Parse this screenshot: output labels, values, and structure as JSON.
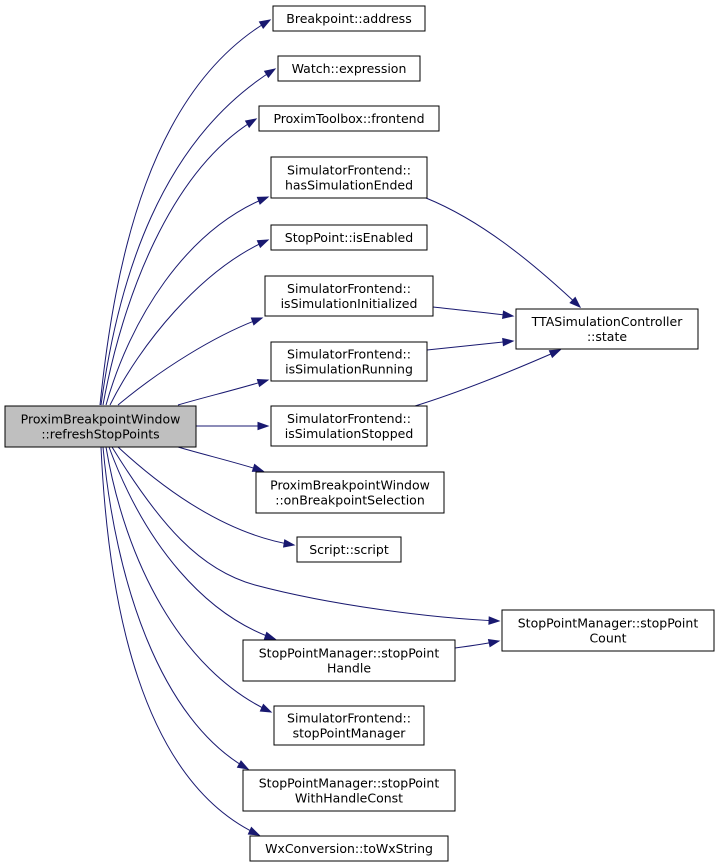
{
  "graph": {
    "nodes": [
      {
        "id": "root",
        "lines": [
          "ProximBreakpointWindow",
          "::refreshStopPoints"
        ],
        "root": true
      },
      {
        "id": "bp_address",
        "lines": [
          "Breakpoint::address"
        ]
      },
      {
        "id": "watch_expression",
        "lines": [
          "Watch::expression"
        ]
      },
      {
        "id": "toolbox_frontend",
        "lines": [
          "ProximToolbox::frontend"
        ]
      },
      {
        "id": "sf_has_ended",
        "lines": [
          "SimulatorFrontend::",
          "hasSimulationEnded"
        ]
      },
      {
        "id": "sp_is_enabled",
        "lines": [
          "StopPoint::isEnabled"
        ]
      },
      {
        "id": "sf_is_initialized",
        "lines": [
          "SimulatorFrontend::",
          "isSimulationInitialized"
        ]
      },
      {
        "id": "sf_is_running",
        "lines": [
          "SimulatorFrontend::",
          "isSimulationRunning"
        ]
      },
      {
        "id": "sf_is_stopped",
        "lines": [
          "SimulatorFrontend::",
          "isSimulationStopped"
        ]
      },
      {
        "id": "pbw_on_selection",
        "lines": [
          "ProximBreakpointWindow",
          "::onBreakpointSelection"
        ]
      },
      {
        "id": "script_script",
        "lines": [
          "Script::script"
        ]
      },
      {
        "id": "spm_handle",
        "lines": [
          "StopPointManager::stopPoint",
          "Handle"
        ]
      },
      {
        "id": "sf_spm",
        "lines": [
          "SimulatorFrontend::",
          "stopPointManager"
        ]
      },
      {
        "id": "spm_with_handle_const",
        "lines": [
          "StopPointManager::stopPoint",
          "WithHandleConst"
        ]
      },
      {
        "id": "wx_to_wx_string",
        "lines": [
          "WxConversion::toWxString"
        ]
      },
      {
        "id": "tta_state",
        "lines": [
          "TTASimulationController",
          "::state"
        ]
      },
      {
        "id": "spm_count",
        "lines": [
          "StopPointManager::stopPoint",
          "Count"
        ]
      }
    ],
    "edges": [
      {
        "from": "root",
        "to": "bp_address"
      },
      {
        "from": "root",
        "to": "watch_expression"
      },
      {
        "from": "root",
        "to": "toolbox_frontend"
      },
      {
        "from": "root",
        "to": "sf_has_ended"
      },
      {
        "from": "root",
        "to": "sp_is_enabled"
      },
      {
        "from": "root",
        "to": "sf_is_initialized"
      },
      {
        "from": "root",
        "to": "sf_is_running"
      },
      {
        "from": "root",
        "to": "sf_is_stopped"
      },
      {
        "from": "root",
        "to": "pbw_on_selection"
      },
      {
        "from": "root",
        "to": "script_script"
      },
      {
        "from": "root",
        "to": "spm_count"
      },
      {
        "from": "root",
        "to": "spm_handle"
      },
      {
        "from": "root",
        "to": "sf_spm"
      },
      {
        "from": "root",
        "to": "spm_with_handle_const"
      },
      {
        "from": "root",
        "to": "wx_to_wx_string"
      },
      {
        "from": "sf_has_ended",
        "to": "tta_state"
      },
      {
        "from": "sf_is_initialized",
        "to": "tta_state"
      },
      {
        "from": "sf_is_running",
        "to": "tta_state"
      },
      {
        "from": "sf_is_stopped",
        "to": "tta_state"
      },
      {
        "from": "spm_handle",
        "to": "spm_count"
      }
    ],
    "colors": {
      "edge": "#191970",
      "root_fill": "#bfbfbf",
      "node_fill": "#ffffff",
      "border": "#000000"
    }
  }
}
